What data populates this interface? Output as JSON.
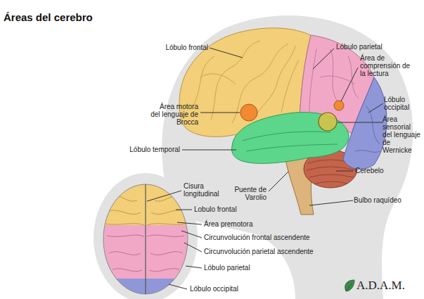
{
  "diagram": {
    "title": "Áreas del cerebro",
    "labels": [
      "Lóbulo frontal",
      "Lóbulo parietal",
      "Área de comprensión de la lectura",
      "Área motora del lenguaje de Brocca",
      "Lóbulo occipital",
      "Área sensorial del lenguaje de Wernicke",
      "Lóbulo temporal",
      "Cerebelo",
      "Puente de Varolio",
      "Bulbo raquídeo",
      "Cisura longitudinal",
      "Lobulo frontal",
      "Área premotora",
      "Circunvolución frontal ascendente",
      "Circunvolución parietal ascendente",
      "Lóbulo parietal",
      "Lóbulo occipital",
      "A.D.A.M."
    ]
  }
}
